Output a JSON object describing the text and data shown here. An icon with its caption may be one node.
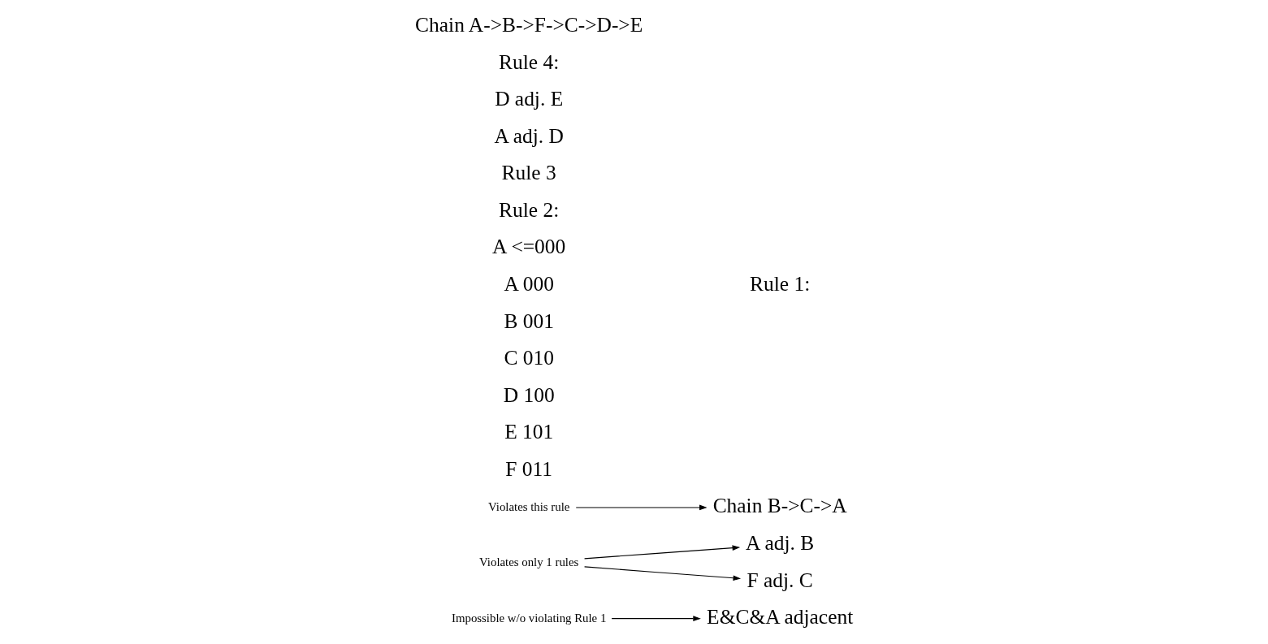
{
  "diagram": {
    "nodes": [
      {
        "text": [
          "Impossible w/o violating Rule 1"
        ]
      },
      {
        "text": [
          "Violates only 1 rules"
        ]
      },
      {
        "text": [
          "A adj. B"
        ]
      },
      {
        "text": [
          "E&C&A adjacent"
        ]
      },
      {
        "text": [
          "F adj. C"
        ]
      },
      {
        "text": [
          "Violates this rule"
        ]
      },
      {
        "text": [
          "Chain B->C->A"
        ]
      }
    ],
    "edges": [
      {
        "from": 0,
        "to": 3,
        "arrow": "to"
      },
      {
        "from": 1,
        "to": 2,
        "arrow": "to"
      },
      {
        "from": 1,
        "to": 4,
        "arrow": "to"
      },
      {
        "from": 5,
        "to": 6,
        "arrow": "to"
      }
    ],
    "labels": [
      "A 000",
      "B 001",
      "C 010",
      "D 100",
      "E 101",
      "F 011",
      "Rule 1:",
      "A <=000",
      "Rule 2:",
      "Rule 3",
      "A adj. D",
      "D adj. E",
      "Rule 4:",
      "Chain A->B->F->C->D->E"
    ]
  }
}
